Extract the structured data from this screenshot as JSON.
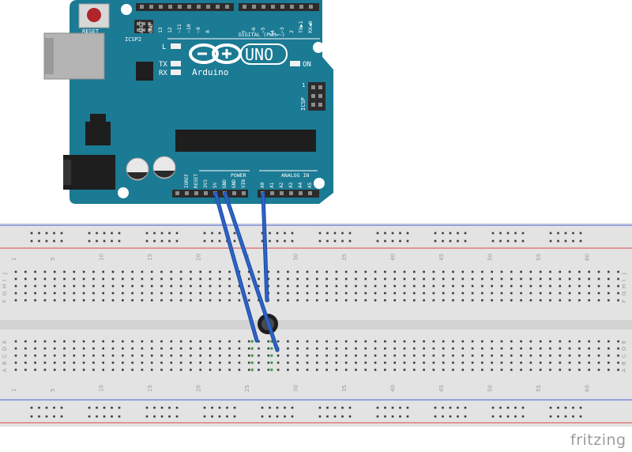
{
  "watermark": "fritzing",
  "arduino": {
    "logo_name": "Arduino",
    "model": "UNO",
    "reset_label": "RESET",
    "icsp2_label": "ICSP2",
    "icsp_label": "ICSP",
    "icsp_pin1": "1",
    "led_l": "L",
    "led_tx": "TX",
    "led_rx": "RX",
    "on_label": "ON",
    "digital_header": "DIGITAL (PWM=~)",
    "digital_pins": [
      "AREF",
      "GND",
      "13",
      "12",
      "~11",
      "~10",
      "~9",
      "8",
      "7",
      "~6",
      "~5",
      "4",
      "~3",
      "2",
      "TX▶1",
      "RX◀0"
    ],
    "power_header": "POWER",
    "power_pins": [
      "IOREF",
      "RESET",
      "3V3",
      "5V",
      "GND",
      "GND",
      "VIN"
    ],
    "analog_header": "ANALOG IN",
    "analog_pins": [
      "A0",
      "A1",
      "A2",
      "A3",
      "A4",
      "A5"
    ],
    "colors": {
      "board": "#1b7a94",
      "header": "#2b2b2b",
      "wire": "#2f63c9",
      "led": "#f0f0f0"
    }
  },
  "breadboard": {
    "column_numbers_shown": [
      "1",
      "5",
      "10",
      "15",
      "20",
      "25",
      "30",
      "35",
      "40",
      "45",
      "50",
      "55",
      "60"
    ],
    "top_row_letters": [
      "J",
      "I",
      "H",
      "G",
      "F"
    ],
    "bottom_row_letters": [
      "E",
      "D",
      "C",
      "B",
      "A"
    ],
    "colors": {
      "body": "#e3e3e3",
      "rail_red": "#d94b4b",
      "rail_blue": "#4b5fd9",
      "hole": "#3a3a3a",
      "active": "#2e9e3e"
    }
  },
  "components": [
    {
      "name": "potentiometer",
      "type": "rotary potentiometer"
    },
    {
      "name": "wire-5v",
      "from": "5V",
      "to": "potentiometer left leg"
    },
    {
      "name": "wire-gnd",
      "from": "GND",
      "to": "potentiometer right leg"
    },
    {
      "name": "wire-a0",
      "from": "A0",
      "to": "potentiometer wiper"
    }
  ]
}
